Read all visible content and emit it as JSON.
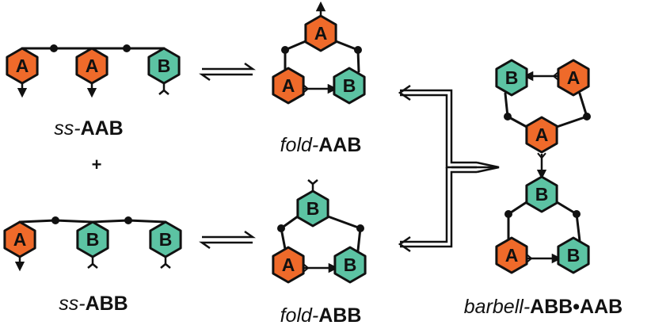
{
  "colors": {
    "A": "#ef6a2a",
    "B": "#5cc3a3",
    "stroke": "#111111"
  },
  "units": {
    "A": "A",
    "B": "B"
  },
  "labels": {
    "ss_aab": {
      "prefix": "ss-",
      "name": "AAB"
    },
    "plus": "+",
    "ss_abb": {
      "prefix": "ss-",
      "name": "ABB"
    },
    "fold_aab": {
      "prefix": "fold-",
      "name": "AAB"
    },
    "fold_abb": {
      "prefix": "fold-",
      "name": "ABB"
    },
    "barbell": {
      "prefix": "barbell-",
      "name": "ABB•AAB"
    }
  }
}
